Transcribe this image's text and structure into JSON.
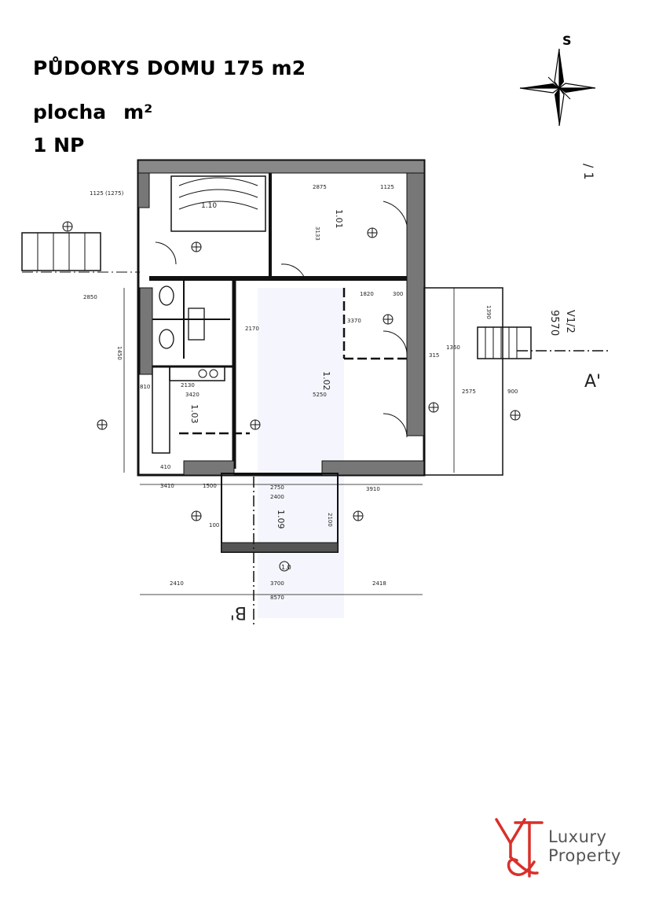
{
  "header": {
    "title": "PŮDORYS DOMU 175 m2",
    "area_label": "plocha",
    "area_unit": "m²",
    "floor_label": "1 NP"
  },
  "compass": {
    "label": "S",
    "icon": "compass-rose-icon"
  },
  "plan": {
    "section_markers": {
      "a": "A'",
      "b": "B'",
      "top_right": "/ 1",
      "right_ref": "V1/2",
      "right_dim": "9570"
    },
    "rooms": {
      "r101": "1.01",
      "r102": "1.02",
      "r103": "1.03",
      "r109": "1.09",
      "stair_top": "1.10",
      "entry_marker": "1.0"
    },
    "dimensions": {
      "d2875": "2875",
      "d1125": "1125",
      "d1125b": "1125 (1275)",
      "d2850": "2850",
      "d5250": "5250",
      "d3420": "3420",
      "d2130": "2130",
      "d3370": "3370",
      "d1360": "1360",
      "d2750": "2750",
      "d2400": "2400",
      "d3910": "3910",
      "d2410": "2410",
      "d3700": "3700",
      "d8570": "8570",
      "d2418": "2418",
      "d1390": "1390",
      "d900": "900",
      "d2100": "2100",
      "d1450": "1450",
      "d810": "810",
      "d410": "410",
      "d1500": "1500",
      "d100": "100",
      "d300": "300",
      "d3410": "3410",
      "d2575": "2575",
      "d3133": "3133",
      "d1820": "1820",
      "d2170": "2170",
      "d315": "315"
    }
  },
  "brand": {
    "line1": "Luxury",
    "line2": "Property",
    "logo_icon": "yt-monogram-icon",
    "accent": "#d9302b"
  }
}
